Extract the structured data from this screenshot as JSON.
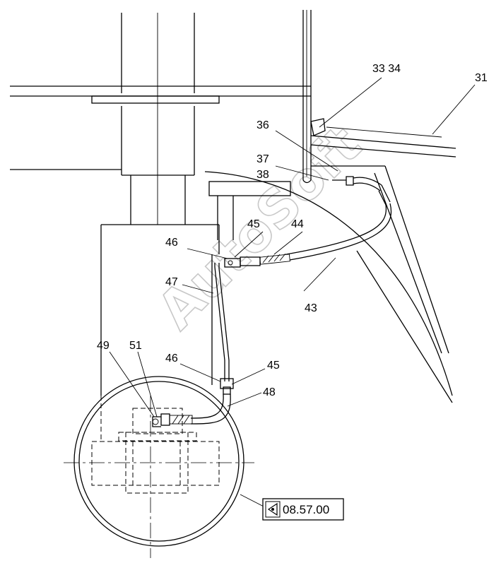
{
  "callouts": {
    "c33_34": "33 34",
    "c31": "31",
    "c36": "36",
    "c37": "37",
    "c38": "38",
    "c45_top": "45",
    "c44": "44",
    "c46_top": "46",
    "c47": "47",
    "c43": "43",
    "c49": "49",
    "c51": "51",
    "c46_bottom": "46",
    "c45_bottom": "45",
    "c48": "48"
  },
  "reference": {
    "code": "08.57.00",
    "icon": "eye-view-icon"
  },
  "watermark": "AutoSoft"
}
